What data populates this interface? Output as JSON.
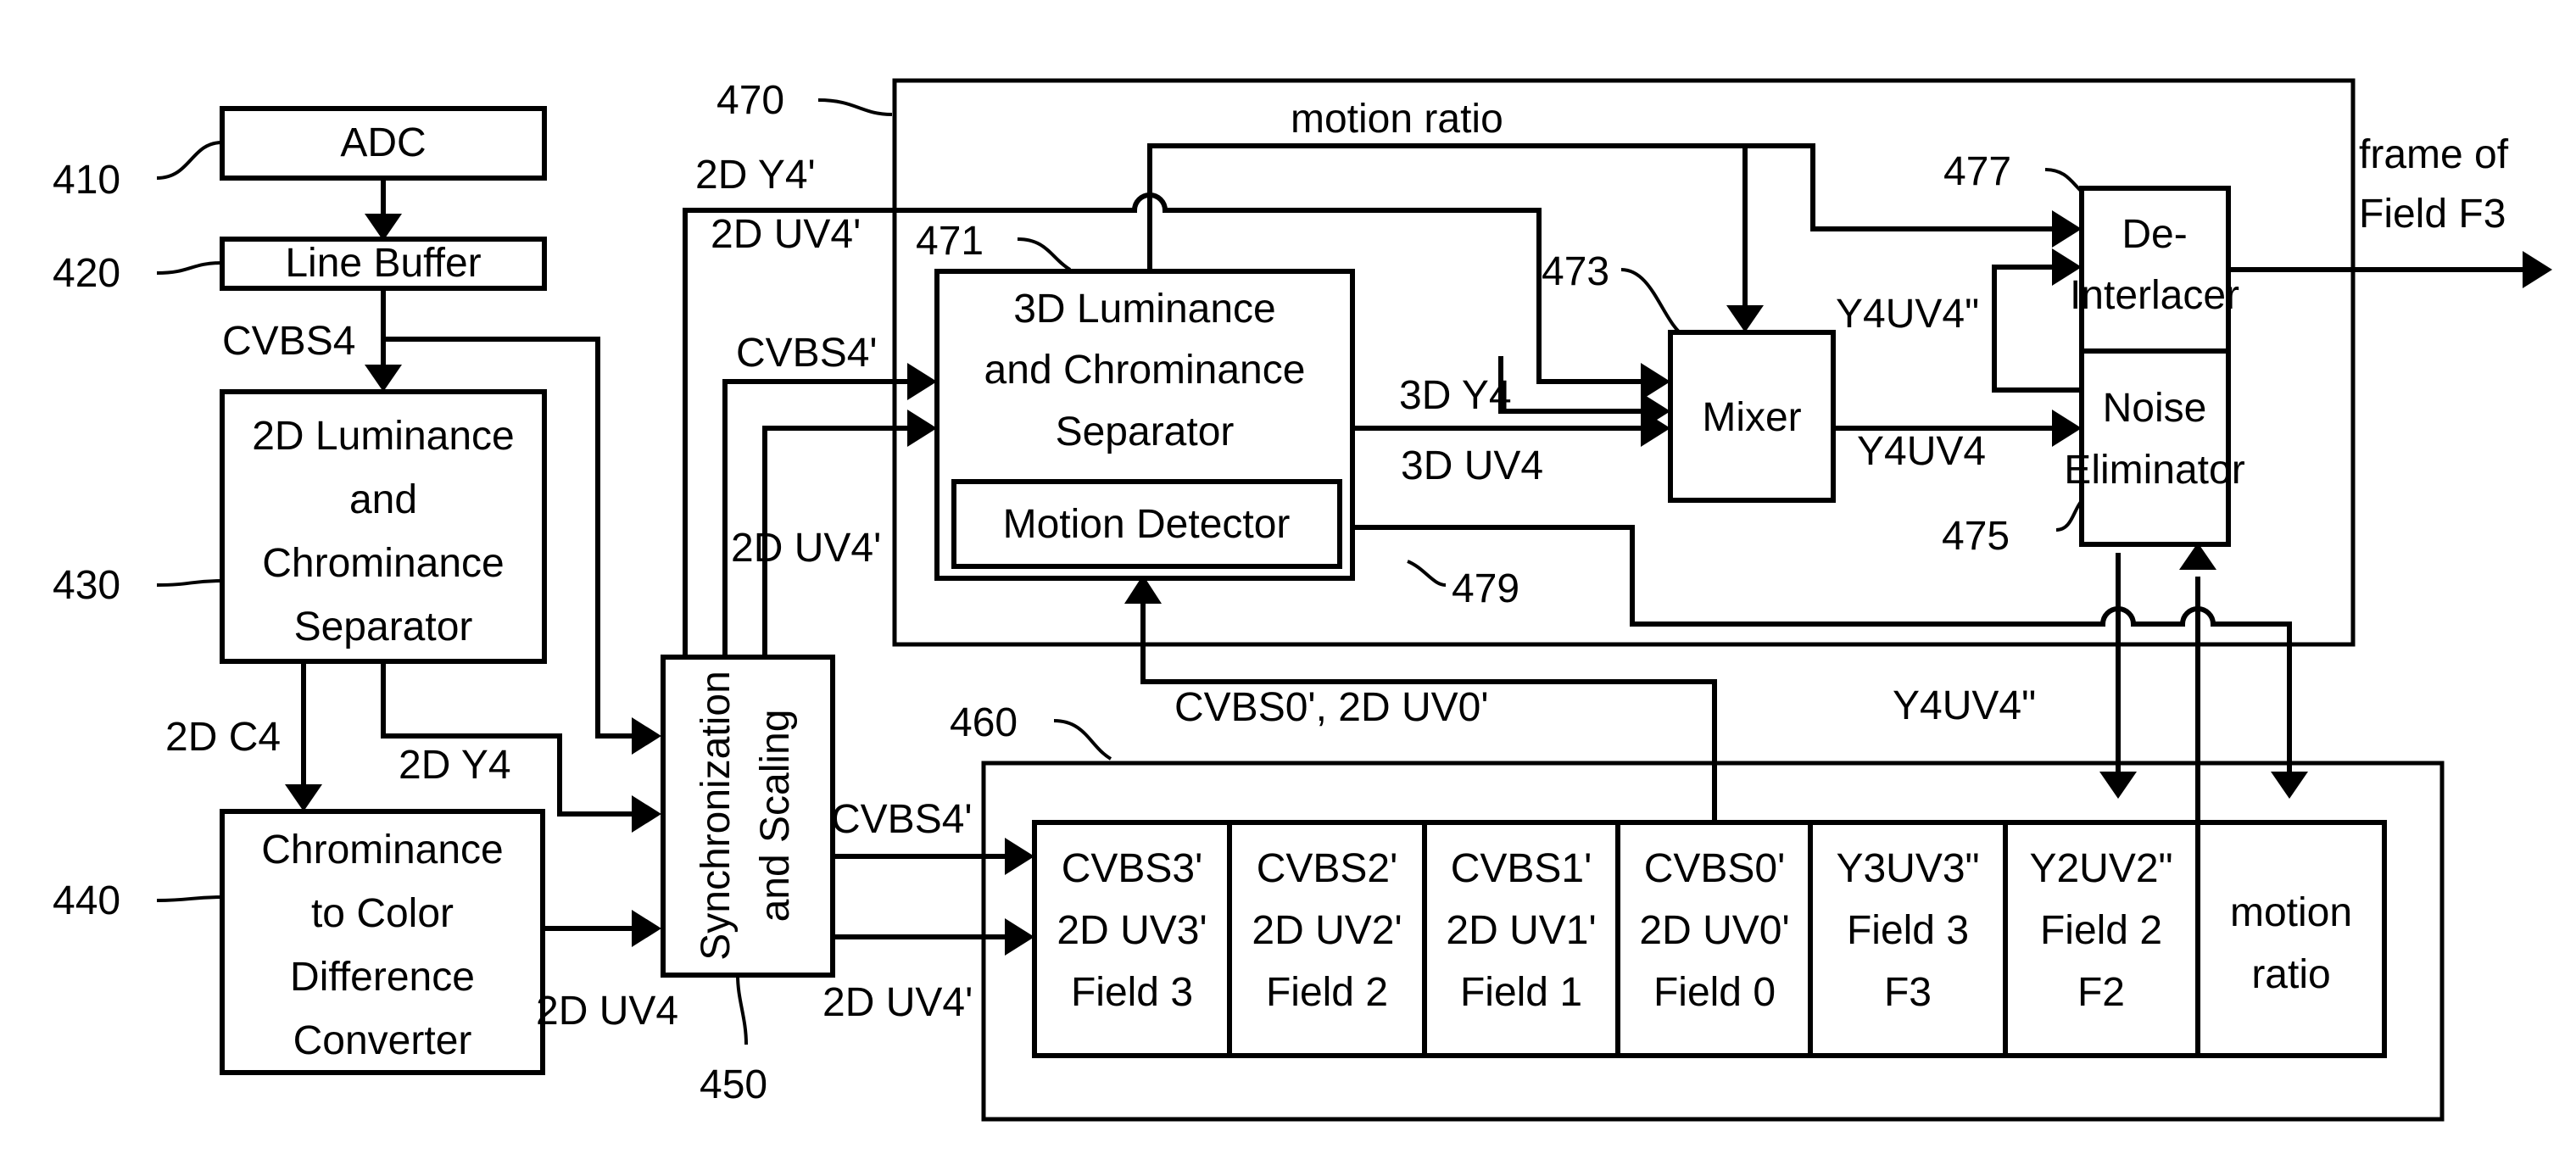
{
  "blocks": {
    "adc": "ADC",
    "line_buffer": "Line Buffer",
    "sep2d": [
      "2D Luminance",
      "and",
      "Chrominance",
      "Separator"
    ],
    "converter": [
      "Chrominance",
      "to Color",
      "Difference",
      "Converter"
    ],
    "sync_scaling": [
      "Synchronization",
      "and Scaling"
    ],
    "sep3d": [
      "3D Luminance",
      "and Chrominance",
      "Separator"
    ],
    "motion_detector": "Motion Detector",
    "mixer": "Mixer",
    "deinterlacer": [
      "De-",
      "Interlacer"
    ],
    "noise_eliminator": [
      "Noise",
      "Eliminator"
    ]
  },
  "memory_cells": [
    [
      "CVBS3'",
      "2D UV3'",
      "Field 3"
    ],
    [
      "CVBS2'",
      "2D UV2'",
      "Field 2"
    ],
    [
      "CVBS1'",
      "2D UV1'",
      "Field 1"
    ],
    [
      "CVBS0'",
      "2D UV0'",
      "Field 0"
    ],
    [
      "Y3UV3\"",
      "Field 3",
      "F3"
    ],
    [
      "Y2UV2\"",
      "Field 2",
      "F2"
    ],
    [
      "motion",
      "ratio"
    ]
  ],
  "refs": {
    "r410": "410",
    "r420": "420",
    "r430": "430",
    "r440": "440",
    "r450": "450",
    "r460": "460",
    "r470": "470",
    "r471": "471",
    "r473": "473",
    "r475": "475",
    "r477": "477",
    "r479": "479"
  },
  "signals": {
    "cvbs4": "CVBS4",
    "c4_2d": "2D C4",
    "y4_2d": "2D Y4",
    "uv4_2d": "2D UV4",
    "cvbs4p_in": "CVBS4'",
    "uv4p_in": "2D UV4'",
    "y4p_top": "2D Y4'",
    "uv4p_top": "2D UV4'",
    "cvbs4p_out": "CVBS4'",
    "uv4p_out": "2D UV4'",
    "motion_ratio": "motion ratio",
    "y4_3d": "3D Y4",
    "uv4_3d": "3D UV4",
    "y4uv4": "Y4UV4",
    "y4uv4pp_feedback": "Y4UV4\"",
    "y4uv4pp_down": "Y4UV4\"",
    "cvbs0_uv0": "CVBS0', 2D UV0'",
    "output": [
      "frame of",
      "Field F3"
    ]
  }
}
